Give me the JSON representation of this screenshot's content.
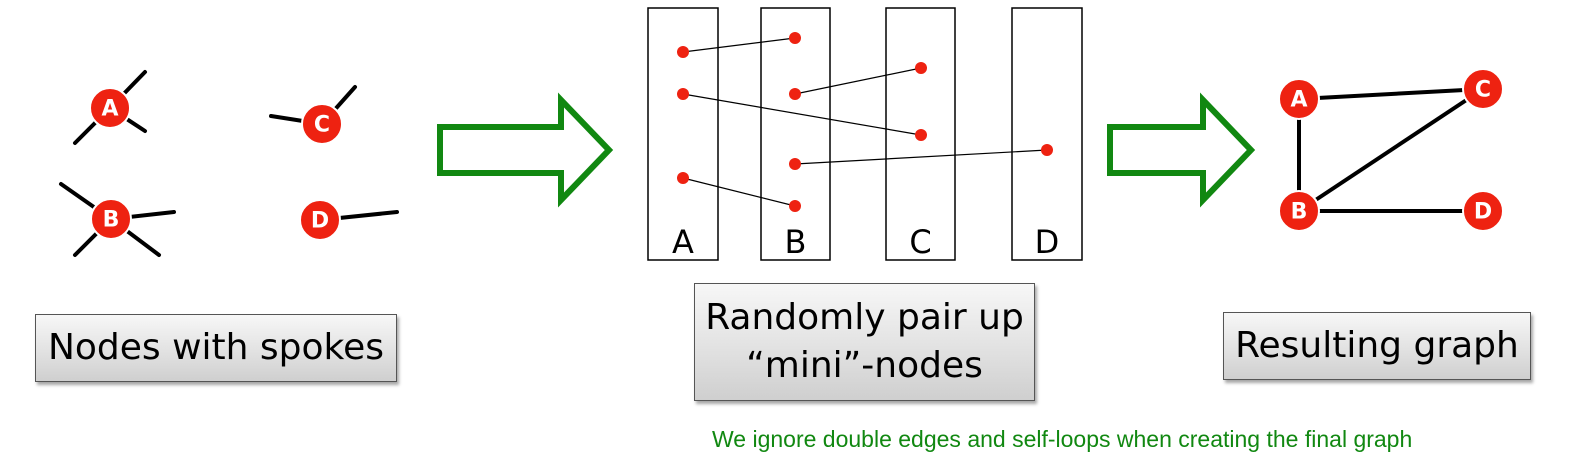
{
  "colors": {
    "node_fill": "#ee2211",
    "arrow_stroke": "#118811",
    "note_text": "#118811",
    "edge": "#000000"
  },
  "panel_spokes": {
    "nodes": [
      {
        "id": "A",
        "spoke_count": 3
      },
      {
        "id": "B",
        "spoke_count": 4
      },
      {
        "id": "C",
        "spoke_count": 2
      },
      {
        "id": "D",
        "spoke_count": 1
      }
    ],
    "caption": "Nodes with spokes"
  },
  "panel_pairing": {
    "columns": [
      {
        "label": "A",
        "mini_nodes": 3
      },
      {
        "label": "B",
        "mini_nodes": 4
      },
      {
        "label": "C",
        "mini_nodes": 2
      },
      {
        "label": "D",
        "mini_nodes": 1
      }
    ],
    "pairings": [
      {
        "from": "A1",
        "to": "B1"
      },
      {
        "from": "A2",
        "to": "C2"
      },
      {
        "from": "A3",
        "to": "B4"
      },
      {
        "from": "B2",
        "to": "C1"
      },
      {
        "from": "B3",
        "to": "D1"
      }
    ],
    "caption_line1": "Randomly pair up",
    "caption_line2": "“mini”-nodes"
  },
  "panel_result": {
    "nodes": [
      "A",
      "B",
      "C",
      "D"
    ],
    "edges": [
      [
        "A",
        "C"
      ],
      [
        "A",
        "B"
      ],
      [
        "B",
        "C"
      ],
      [
        "B",
        "D"
      ]
    ],
    "caption": "Resulting graph"
  },
  "note": "We ignore double edges and self-loops when creating the final graph",
  "arrows": [
    "right-arrow-icon",
    "right-arrow-icon"
  ]
}
